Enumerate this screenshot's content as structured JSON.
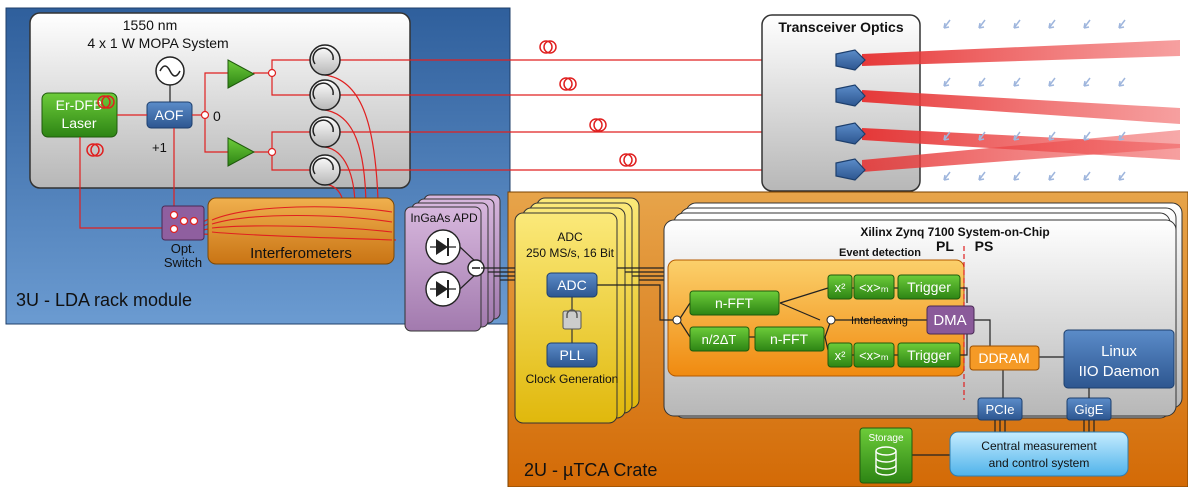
{
  "rack": {
    "label": "3U - LDA rack module",
    "mopa_title_line1": "1550 nm",
    "mopa_title_line2": "4 x 1 W MOPA System",
    "laser_line1": "Er-DFB",
    "laser_line2": "Laser",
    "aof_label": "AOF",
    "order_zero": "0",
    "order_plus_one": "+1",
    "switch_line1": "Opt.",
    "switch_line2": "Switch",
    "interferometers_label": "Interferometers"
  },
  "apd": {
    "label": "InGaAs APD"
  },
  "transceiver": {
    "title": "Transceiver Optics"
  },
  "crate": {
    "label": "2U - µTCA Crate",
    "adc_title_line1": "ADC",
    "adc_title_line2": "250 MS/s, 16 Bit",
    "adc_block": "ADC",
    "pll_block": "PLL",
    "clock_label": "Clock Generation",
    "soc_title": "Xilinx Zynq 7100 System-on-Chip",
    "pl_label": "PL",
    "ps_label": "PS",
    "event_title": "Event detection",
    "nfft_top": "n-FFT",
    "shift_label": "n/2ΔT",
    "nfft_bottom": "n-FFT",
    "chi2_label": "x²",
    "mean_label": "<x>ₘ",
    "trigger_label": "Trigger",
    "interleaving_label": "Interleaving",
    "dma_label": "DMA",
    "ddram_label": "DDRAM",
    "linux_line1": "Linux",
    "linux_line2": "IIO Daemon",
    "pcie_label": "PCIe",
    "gige_label": "GigE",
    "storage_label": "Storage",
    "central_line1": "Central measurement",
    "central_line2": "and control system"
  },
  "colors": {
    "rack_blue": "#4d7fb8",
    "crate_orange": "#e07b12",
    "block_blue": "#3c6aa8",
    "block_green": "#3d9a1f",
    "fiber_red": "#e02020",
    "apd_purple": "#b58bc0",
    "interferometer_orange": "#d98a24",
    "adc_yellow": "#f2d21c",
    "dma_purple": "#8a5a9a",
    "cloud_blue": "#6fc3ee"
  }
}
